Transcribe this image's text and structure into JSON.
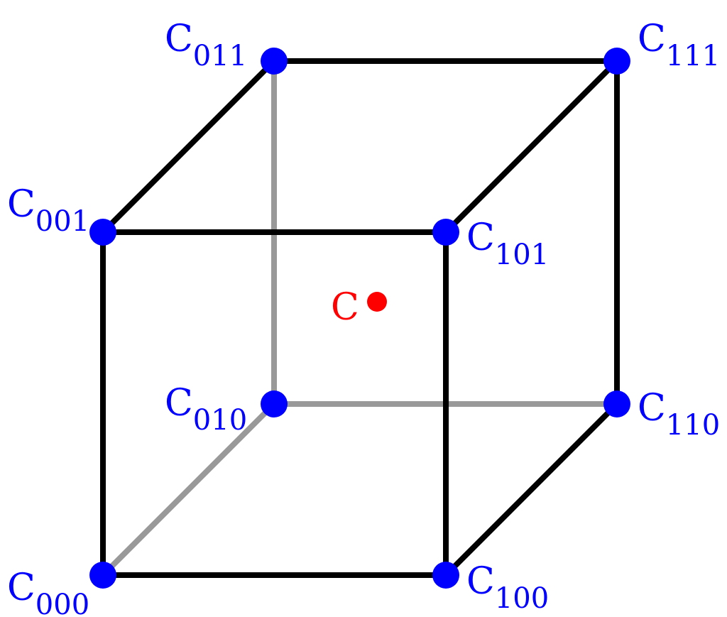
{
  "colors": {
    "vertex": "#0000ff",
    "center": "#ff0000",
    "front_edge": "#000000",
    "hidden_edge": "#999999"
  },
  "vertices": {
    "c000": {
      "base": "C",
      "sub": "000"
    },
    "c001": {
      "base": "C",
      "sub": "001"
    },
    "c010": {
      "base": "C",
      "sub": "010"
    },
    "c011": {
      "base": "C",
      "sub": "011"
    },
    "c100": {
      "base": "C",
      "sub": "100"
    },
    "c101": {
      "base": "C",
      "sub": "101"
    },
    "c110": {
      "base": "C",
      "sub": "110"
    },
    "c111": {
      "base": "C",
      "sub": "111"
    }
  },
  "center": {
    "label": "C"
  }
}
